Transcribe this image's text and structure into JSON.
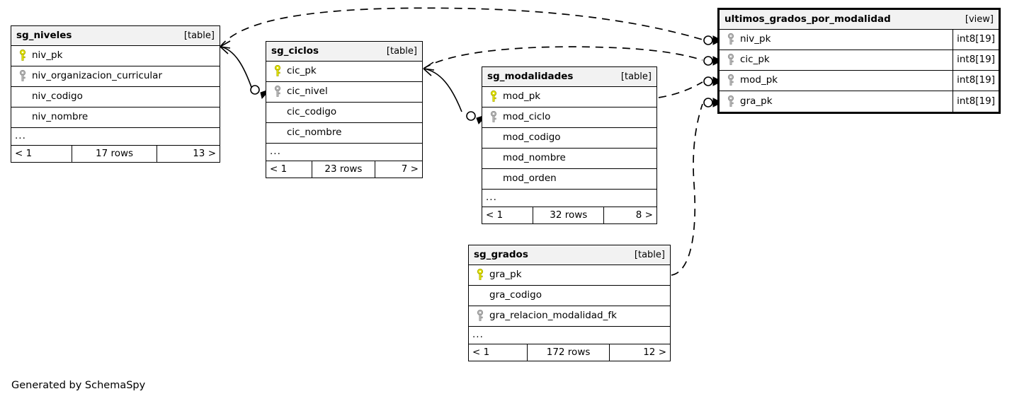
{
  "diagram": {
    "title": "SchemaSpy relationships diagram",
    "credit": "Generated by SchemaSpy",
    "colors": {
      "background": "#ffffff",
      "line": "#000000",
      "header_fill": "#f2f2f2",
      "primary_key": "#e5e500",
      "foreign_key": "#b5b5b5"
    }
  },
  "entities": [
    {
      "id": "sg_niveles",
      "name": "sg_niveles",
      "kind": "[table]",
      "columns": [
        {
          "label": "niv_pk",
          "key": "primary",
          "type": ""
        },
        {
          "label": "niv_organizacion_curricular",
          "key": "foreign",
          "type": ""
        },
        {
          "label": "niv_codigo",
          "key": "none",
          "type": ""
        },
        {
          "label": "niv_nombre",
          "key": "none",
          "type": ""
        }
      ],
      "more": "...",
      "footer": {
        "left": "< 1",
        "mid": "17 rows",
        "right": "13 >"
      }
    },
    {
      "id": "sg_ciclos",
      "name": "sg_ciclos",
      "kind": "[table]",
      "columns": [
        {
          "label": "cic_pk",
          "key": "primary",
          "type": ""
        },
        {
          "label": "cic_nivel",
          "key": "foreign",
          "type": ""
        },
        {
          "label": "cic_codigo",
          "key": "none",
          "type": ""
        },
        {
          "label": "cic_nombre",
          "key": "none",
          "type": ""
        }
      ],
      "more": "...",
      "footer": {
        "left": "< 1",
        "mid": "23 rows",
        "right": "7 >"
      }
    },
    {
      "id": "sg_modalidades",
      "name": "sg_modalidades",
      "kind": "[table]",
      "columns": [
        {
          "label": "mod_pk",
          "key": "primary",
          "type": ""
        },
        {
          "label": "mod_ciclo",
          "key": "foreign",
          "type": ""
        },
        {
          "label": "mod_codigo",
          "key": "none",
          "type": ""
        },
        {
          "label": "mod_nombre",
          "key": "none",
          "type": ""
        },
        {
          "label": "mod_orden",
          "key": "none",
          "type": ""
        }
      ],
      "more": "...",
      "footer": {
        "left": "< 1",
        "mid": "32 rows",
        "right": "8 >"
      }
    },
    {
      "id": "sg_grados",
      "name": "sg_grados",
      "kind": "[table]",
      "columns": [
        {
          "label": "gra_pk",
          "key": "primary",
          "type": ""
        },
        {
          "label": "gra_codigo",
          "key": "none",
          "type": ""
        },
        {
          "label": "gra_relacion_modalidad_fk",
          "key": "foreign",
          "type": ""
        }
      ],
      "more": "...",
      "footer": {
        "left": "< 1",
        "mid": "172 rows",
        "right": "12 >"
      }
    },
    {
      "id": "ultimos_grados_por_modalidad",
      "name": "ultimos_grados_por_modalidad",
      "kind": "[view]",
      "columns": [
        {
          "label": "niv_pk",
          "key": "foreign",
          "type": "int8[19]"
        },
        {
          "label": "cic_pk",
          "key": "foreign",
          "type": "int8[19]"
        },
        {
          "label": "mod_pk",
          "key": "foreign",
          "type": "int8[19]"
        },
        {
          "label": "gra_pk",
          "key": "foreign",
          "type": "int8[19]"
        }
      ],
      "more": null,
      "footer": null
    }
  ],
  "relationships": [
    {
      "from": "sg_niveles.niv_pk",
      "to": "sg_ciclos.cic_nivel",
      "style": "solid"
    },
    {
      "from": "sg_ciclos.cic_pk",
      "to": "sg_modalidades.mod_ciclo",
      "style": "solid"
    },
    {
      "from": "sg_niveles.niv_pk",
      "to": "ultimos_grados_por_modalidad.niv_pk",
      "style": "dashed"
    },
    {
      "from": "sg_ciclos.cic_pk",
      "to": "ultimos_grados_por_modalidad.cic_pk",
      "style": "dashed"
    },
    {
      "from": "sg_modalidades.mod_pk",
      "to": "ultimos_grados_por_modalidad.mod_pk",
      "style": "dashed"
    },
    {
      "from": "sg_grados.gra_pk",
      "to": "ultimos_grados_por_modalidad.gra_pk",
      "style": "dashed"
    }
  ]
}
